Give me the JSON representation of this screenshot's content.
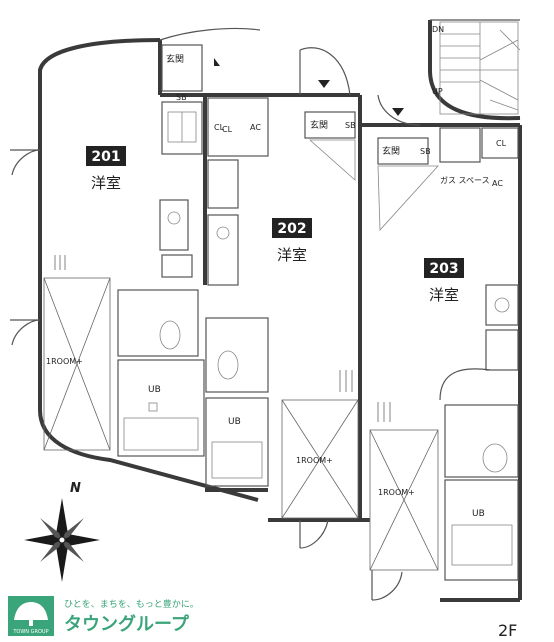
{
  "units": [
    {
      "number": "201",
      "type": "洋室"
    },
    {
      "number": "202",
      "type": "洋室"
    },
    {
      "number": "203",
      "type": "洋室"
    }
  ],
  "labels": {
    "entrance": "玄関",
    "shoe_box": "SB",
    "closet": "CL",
    "aircon": "AC",
    "unit_bath": "UB",
    "balcony": "1ROOM+",
    "stair_down": "DN",
    "stair_up": "UP",
    "gas_space": "ガス スペース"
  },
  "compass": {
    "north": "N"
  },
  "floor": "2F",
  "company": {
    "tagline": "ひとを、まちを、もっと豊かに。",
    "name": "タウングループ",
    "logo_small": "TOWN GROUP"
  }
}
